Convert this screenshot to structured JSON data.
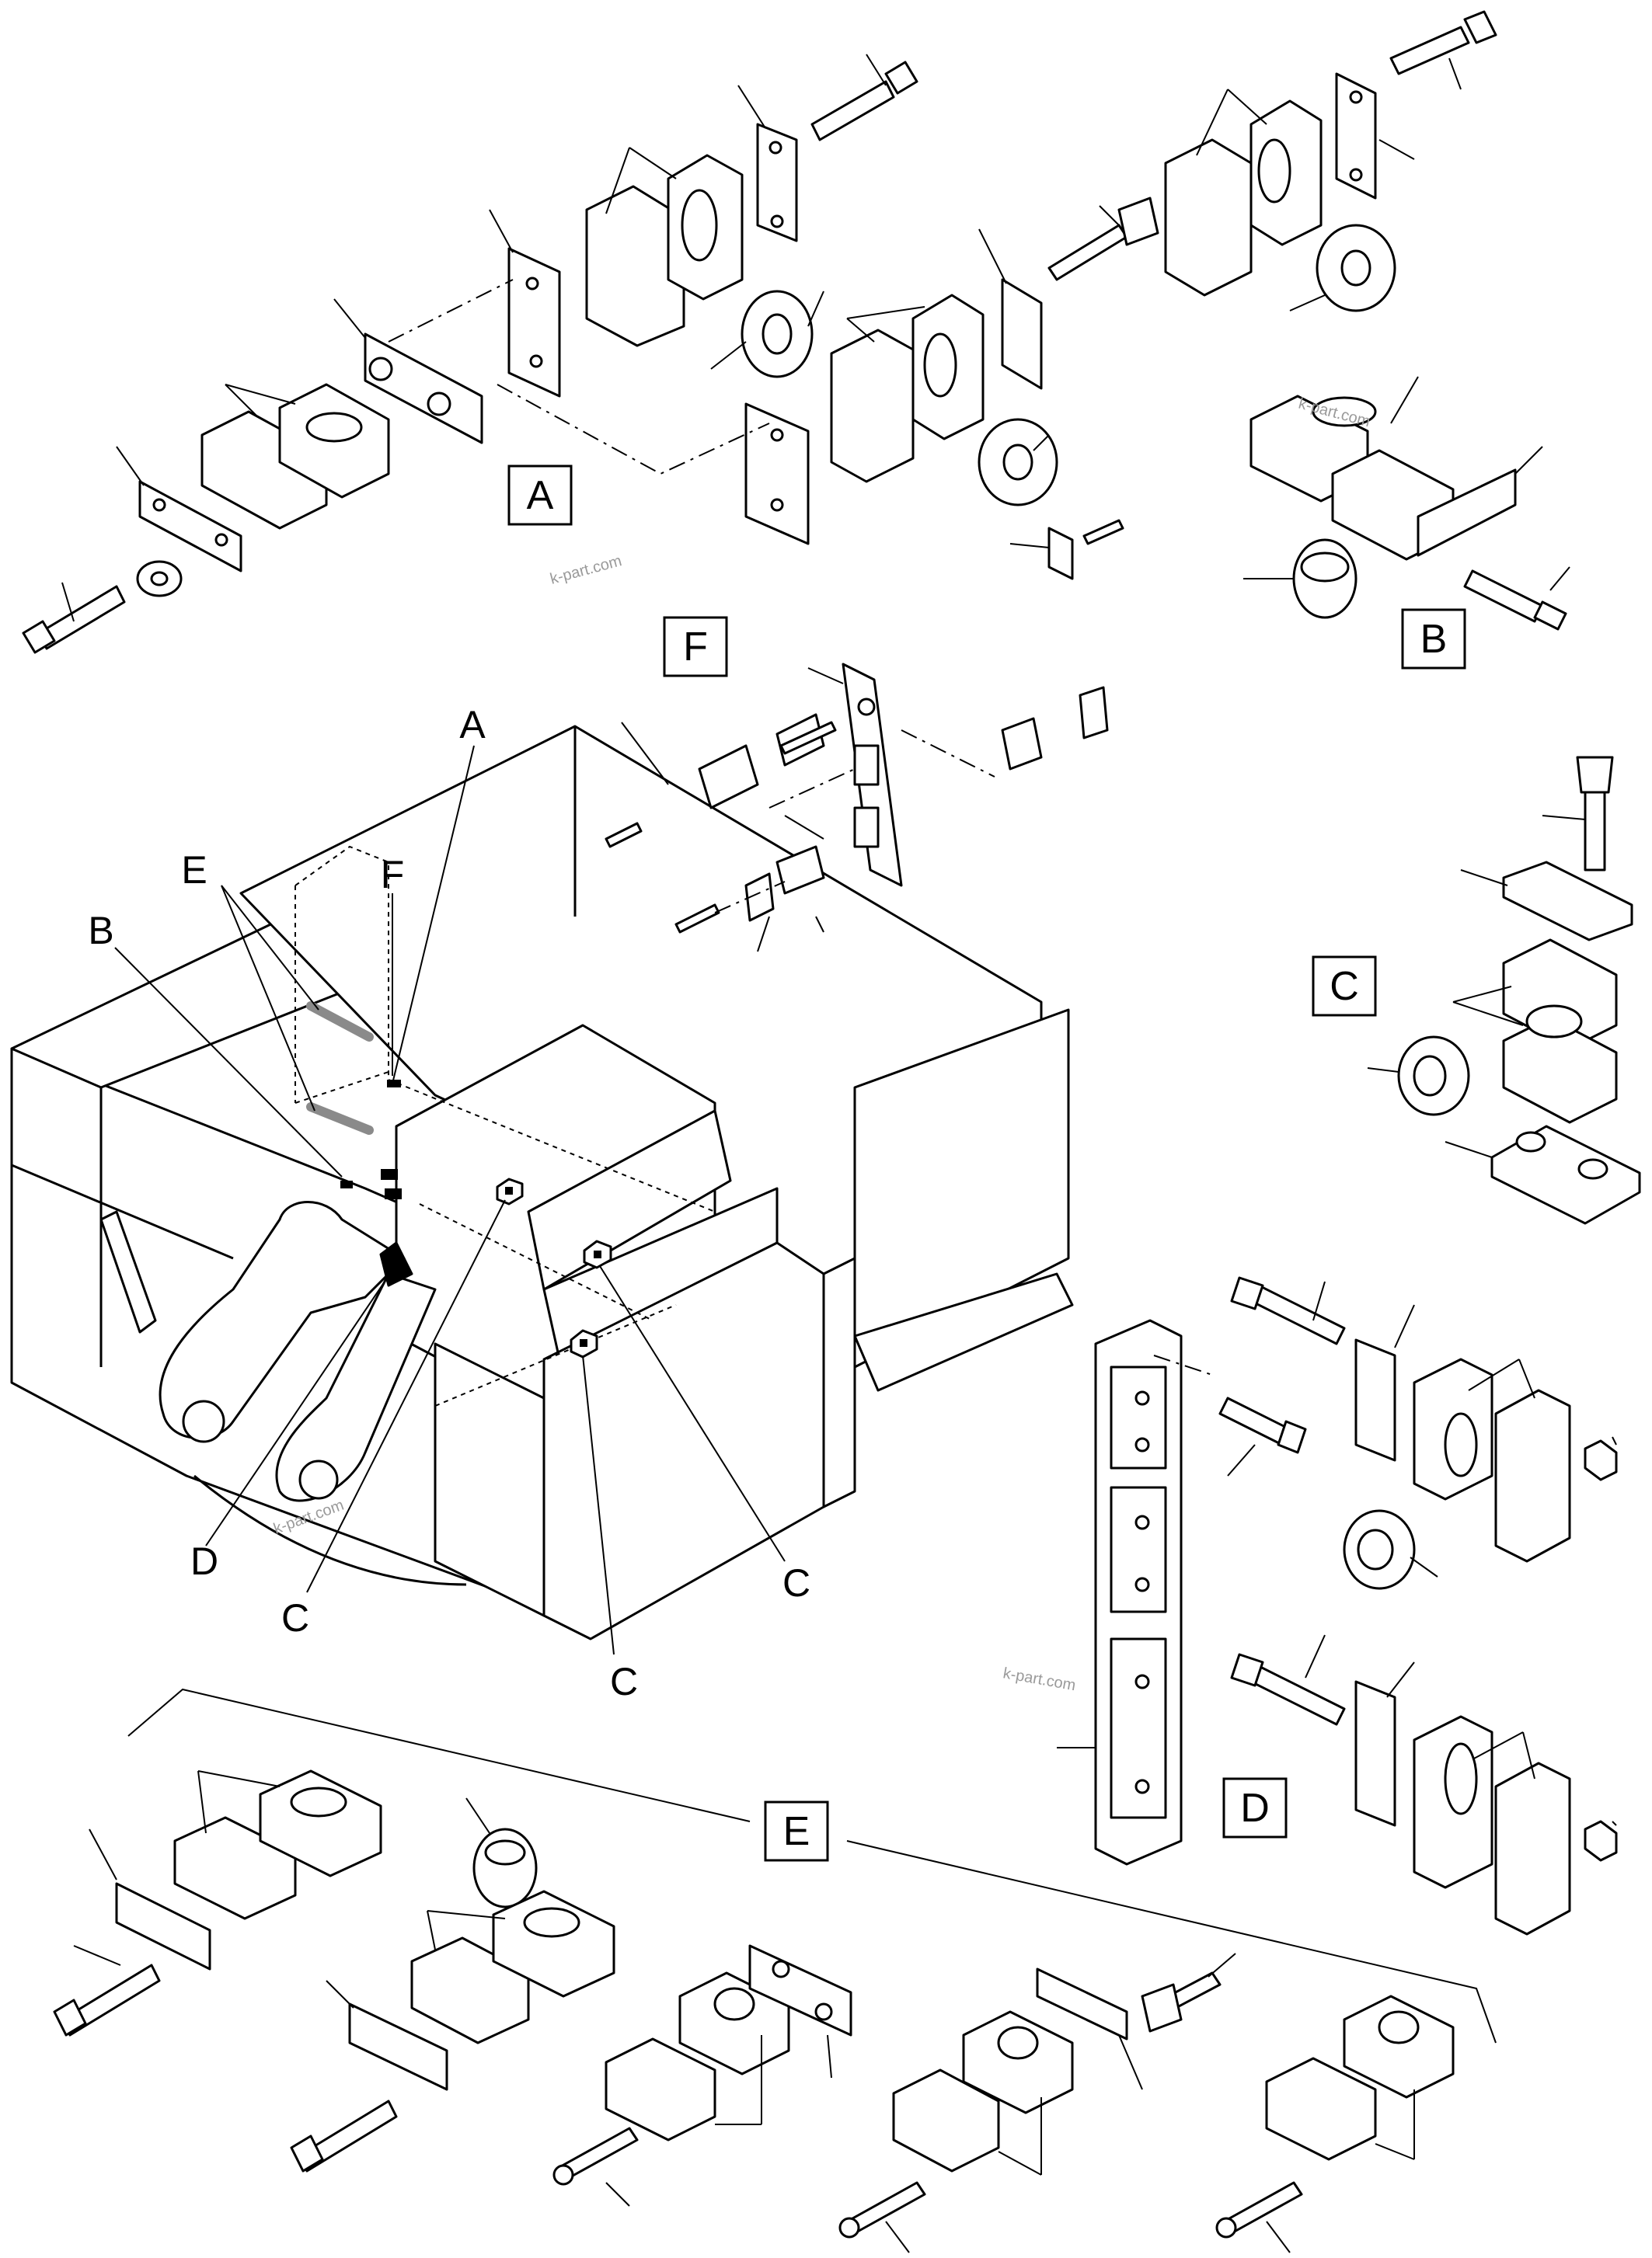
{
  "diagram": {
    "view_labels": {
      "A": "A",
      "B": "B",
      "C": "C",
      "D": "D",
      "E": "E",
      "F": "F"
    },
    "callouts": {
      "A": "A",
      "B": "B",
      "E": "E",
      "F": "F",
      "D": "D",
      "C1": "C",
      "C2": "C",
      "C3": "C"
    },
    "watermark": "k-part.com"
  }
}
